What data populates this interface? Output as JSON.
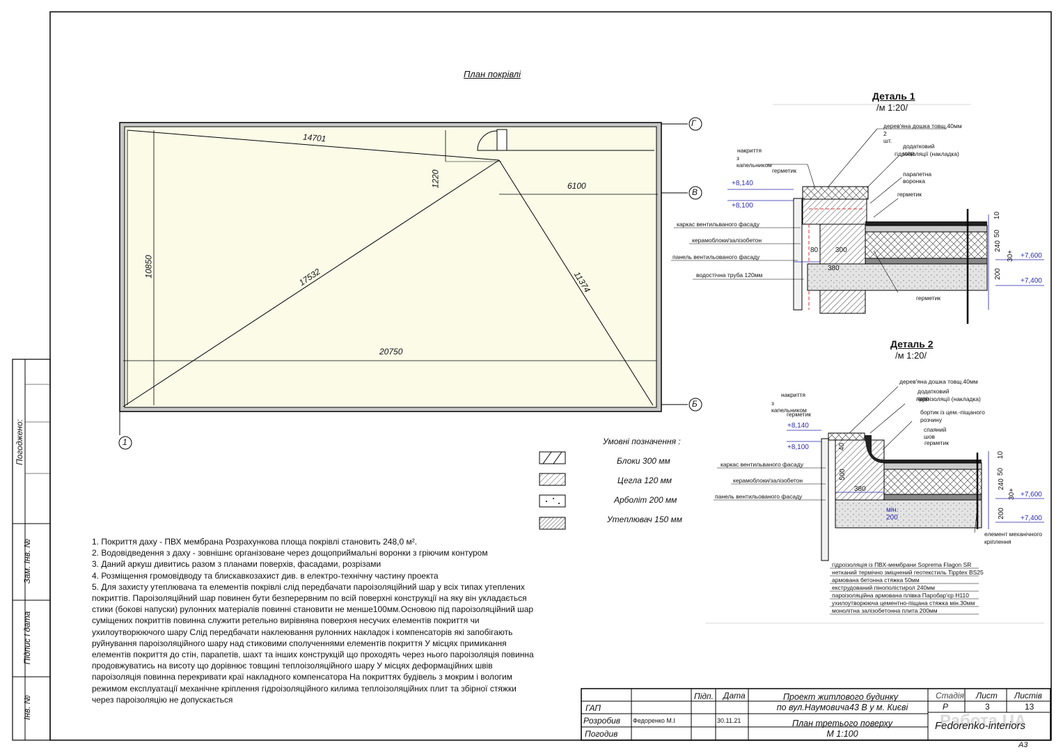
{
  "plan": {
    "title": "План покрівлі",
    "dims": {
      "top": "14701",
      "offset": "1220",
      "right": "6100",
      "height": "10850",
      "diag_long": "17532",
      "diag_short": "11374",
      "bottom": "20750"
    },
    "axes": {
      "g": "Г",
      "v": "В",
      "b": "Б",
      "one": "1"
    }
  },
  "legend": {
    "title": "Умовні позначення :",
    "items": [
      "Блоки 300 мм",
      "Цегла 120 мм",
      "Арболіт 200 мм",
      "Утеплювач 150 мм"
    ]
  },
  "notes": [
    "1. Покриття даху - ПВХ мембрана Розрахункова площа покрівлі становить 248,0 м².",
    "2. Водовідведення з даху - зовнішнє організоване через дощоприймальні воронки з гріючим контуром",
    "3. Даний аркуш дивитись разом з планами поверхів, фасадами, розрізами",
    "4. Розміщення громовідводу та блискавкозахист див. в електро-технічну частину проекта",
    "5. Для захисту утеплювача та елементів покрівлі слід передбачати пароізоляційний шар у всіх типах утеплених покриттів. Пароізоляційний шар повинен бути безперервним по всій поверхні конструкції на яку він укладається стики (бокові напуски) рулонних матеріалів повинні становити не менше100мм.Основою під пароізоляційний шар суміщених покриттів повинна служити ретельно вирівняна поверхня несучих елементів покриття чи ухилоутворюючого шару Слід передбачати наклеювання рулонних накладок і компенсаторів які запобігають руйнування пароізоляційного шару над стиковими сполученнями елементів покриття У місцях примикання елементів покриття до стін, парапетів, шахт та інших конструкцій що проходять через нього пароізоляція повинна продовжуватись на висоту що дорівнює товщині теплоізоляційного шару У місцях деформаційних швів пароізоляція повинна перекривати краї накладного компенсатора На покриттях будівель з мокрим і вологим режимом експлуатації механічне кріплення гідроізоляційного килима теплоізоляційних плит та збірної стяжки через пароізоляцію не допускається"
  ],
  "detail1": {
    "title": "Деталь 1",
    "scale": "/м 1:20/",
    "labels": [
      "дерев'яна дошка товщ.40мм",
      "2 шт.",
      "додатковий шар",
      "гідроізоляції (накладка)",
      "накриття",
      "з капельником",
      "герметик",
      "парапетна воронка",
      "герметик",
      "каркас вентильваного фасаду",
      "керамоблоки/залізобетон",
      "панель вентильованого фасаду",
      "водостічна труба 120мм",
      "герметик"
    ],
    "levels": [
      "+8,140",
      "+8,100",
      "+7,600",
      "+7,400"
    ],
    "dims": [
      "80",
      "300",
      "380",
      "10",
      "50",
      "240",
      "30+",
      "200"
    ]
  },
  "detail2": {
    "title": "Деталь 2",
    "scale": "/м 1:20/",
    "labels": [
      "дерев'яна дошка товщ.40мм",
      "накриття",
      "з капельником",
      "додатковий шар",
      "гідроізоляції (накладка)",
      "герметик",
      "бортик із цем.-піщаного",
      "розчину",
      "спаяний шов",
      "герметик",
      "каркас вентильваного фасаду",
      "керамоблоки/залізобетон",
      "панель вентильованого фасаду",
      "елемент механічного",
      "кріплення"
    ],
    "levels": [
      "+8,140",
      "+8,100",
      "+7,600",
      "+7,400"
    ],
    "dims": [
      "40",
      "500",
      "380",
      "мін. 200",
      "10",
      "50",
      "240",
      "30+",
      "200"
    ],
    "layers": [
      "гідроізоляція із ПВХ-мембрани Soprema Flagon SR",
      "нетканий термічно зміцнений геотекстиль Tipptex BS25",
      "армована бетонна стяжка 50мм",
      "екструдований пінополістирол 240мм",
      "пароізоляційна армована плівка Паробар'єр Н110",
      "ухилоутворююча цементно-піщана стяжка мін.30мм",
      "монолітна залізобетонна плита 200мм"
    ]
  },
  "side": {
    "agreed": "Погоджено:",
    "inv_zam": "Зам. Інв. №",
    "sign_date": "Підпис і дата",
    "inv": "Інв. №"
  },
  "titleblock": {
    "gap": "ГАП",
    "developed": "Розробив",
    "approved": "Погодив",
    "sign": "Підп.",
    "date_h": "Дата",
    "author": "Федоренко М.І",
    "date": "30.11.21",
    "project": "Проект житлового будинку",
    "address": "по вул.Наумовича43 В у м. Києві",
    "sheet_title": "План третього поверху",
    "scale": "М 1:100",
    "stage_h": "Стадія",
    "sheet_h": "Лист",
    "sheets_h": "Листів",
    "stage": "Р",
    "sheet": "3",
    "sheets": "13",
    "company": "Fedorenko-interiors",
    "format": "А3"
  },
  "watermark": "Работа.UA"
}
